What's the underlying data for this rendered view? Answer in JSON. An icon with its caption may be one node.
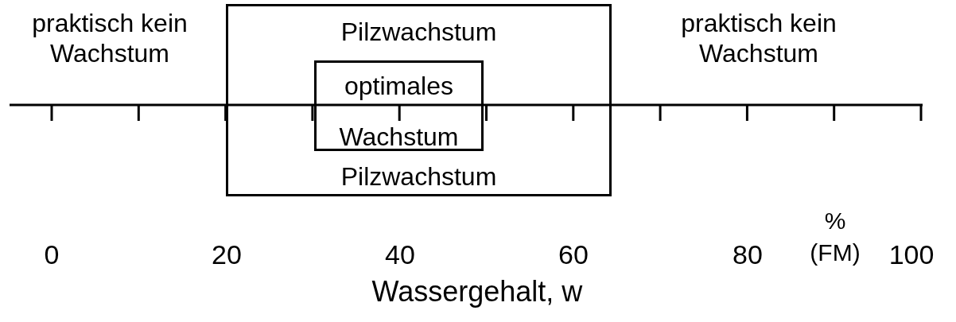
{
  "diagram": {
    "nodes": [
      {
        "text": [
          "Pilzwachstum",
          "Pilzwachstum"
        ]
      },
      {
        "text": [
          "optimales Wachstum"
        ],
        "in": 0
      }
    ],
    "labels": [
      "praktisch kein Wachstum",
      "praktisch kein Wachstum",
      "0",
      "20",
      "40",
      "60",
      "80",
      "% (FM)",
      "100",
      "Wassergehalt, w"
    ]
  }
}
